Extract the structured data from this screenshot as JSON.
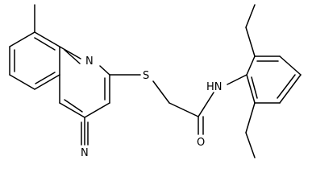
{
  "molecule": {
    "atoms": {
      "ring_n": "N",
      "thioether_s": "S",
      "amide_nh": "HN",
      "carbonyl_o": "O",
      "nitrile_n": "N"
    },
    "colors": {
      "bond": "#000000",
      "label": "#000000",
      "background": "#ffffff"
    }
  }
}
